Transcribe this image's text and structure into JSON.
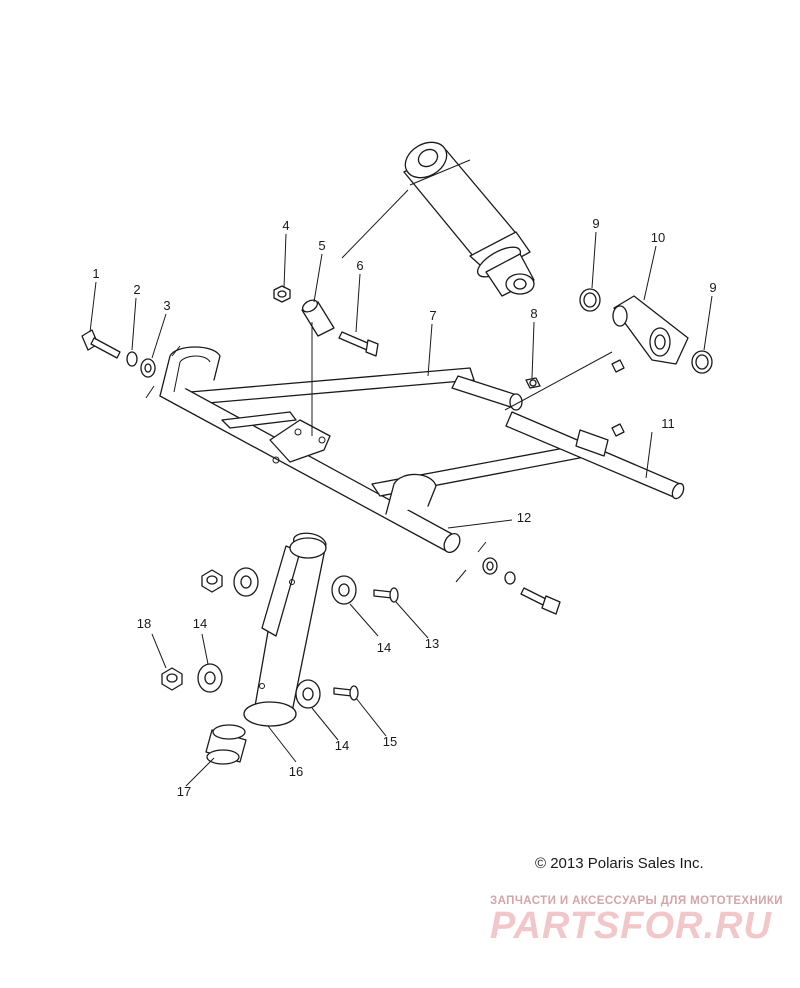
{
  "copyright": "© 2013 Polaris Sales Inc.",
  "watermark": {
    "tagline": "ЗАПЧАСТИ И АКСЕССУАРЫ ДЛЯ МОТОТЕХНИКИ",
    "brand": "PARTSFOR.RU",
    "color": "#f2c7c9"
  },
  "callouts": {
    "c1": "1",
    "c2": "2",
    "c3": "3",
    "c4": "4",
    "c5": "5",
    "c6": "6",
    "c7": "7",
    "c8": "8",
    "c9a": "9",
    "c9b": "9",
    "c10": "10",
    "c11": "11",
    "c12": "12",
    "c13": "13",
    "c14a": "14",
    "c14b": "14",
    "c14c": "14",
    "c15": "15",
    "c16": "16",
    "c17": "17",
    "c18": "18"
  }
}
